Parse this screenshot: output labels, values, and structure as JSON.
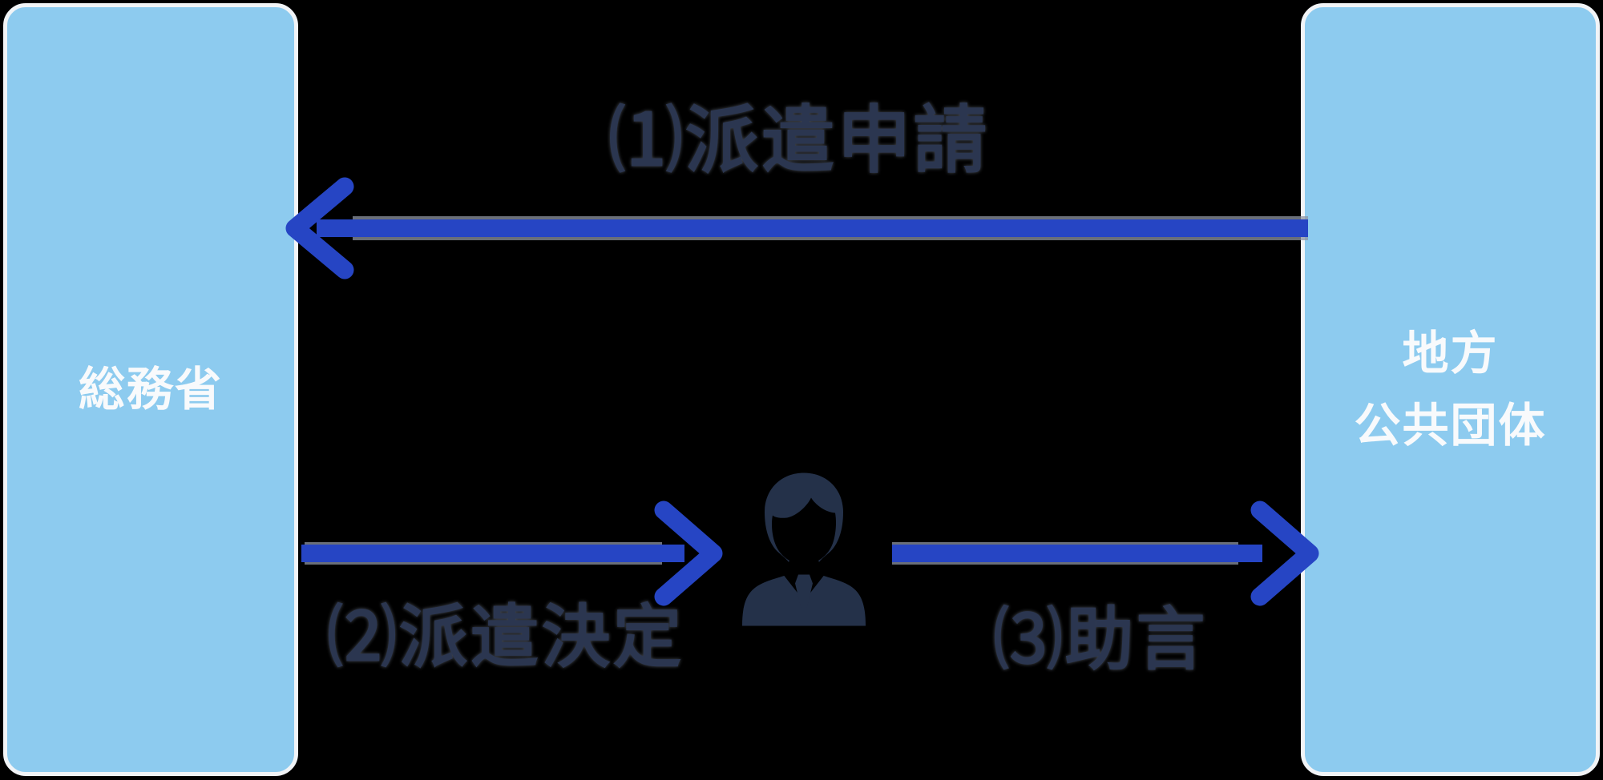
{
  "diagram": {
    "title_hint": "dispatch-advice flow between ministry and local governments",
    "background_color": "#000000",
    "arrow_color": "#2645C4",
    "arrow_edge_color": "#8E94A2",
    "node_fill_color": "#8DCBEF",
    "node_border_color": "#F1F4F7",
    "node_text_color": "#F8FAFC",
    "flow_label_color": "#2B3650",
    "person_icon_color": "#243149",
    "nodes": {
      "ministry": {
        "label": "総務省"
      },
      "local_government": {
        "label_line1": "地方",
        "label_line2": "公共団体"
      }
    },
    "flows": [
      {
        "step": "1",
        "label": "⑴派遣申請",
        "from": "local_government",
        "to": "ministry",
        "direction": "right-to-left"
      },
      {
        "step": "2",
        "label": "⑵派遣決定",
        "from": "ministry",
        "to": "advisor",
        "direction": "left-to-right"
      },
      {
        "step": "3",
        "label": "⑶助言",
        "from": "advisor",
        "to": "local_government",
        "direction": "left-to-right"
      }
    ],
    "person": {
      "name": "advisor",
      "icon": "business-person-icon"
    }
  }
}
